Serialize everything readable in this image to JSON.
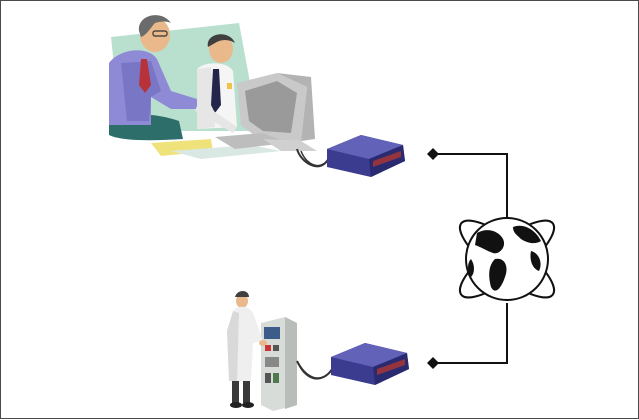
{
  "diagram": {
    "kind": "remote-connection-network",
    "nodes": [
      {
        "role": "office-workers",
        "icon": "people-at-computer-icon"
      },
      {
        "role": "modem-top",
        "icon": "modem-icon"
      },
      {
        "role": "globe",
        "icon": "globe-icon"
      },
      {
        "role": "modem-bottom",
        "icon": "modem-icon"
      },
      {
        "role": "technician-at-panel",
        "icon": "technician-icon"
      }
    ],
    "colors": {
      "modem": "#3b3b8f",
      "line": "#111111",
      "shirt": "#8e8ad6",
      "backdrop": "#b9e0cf",
      "panel": "#d8dcd8"
    }
  }
}
